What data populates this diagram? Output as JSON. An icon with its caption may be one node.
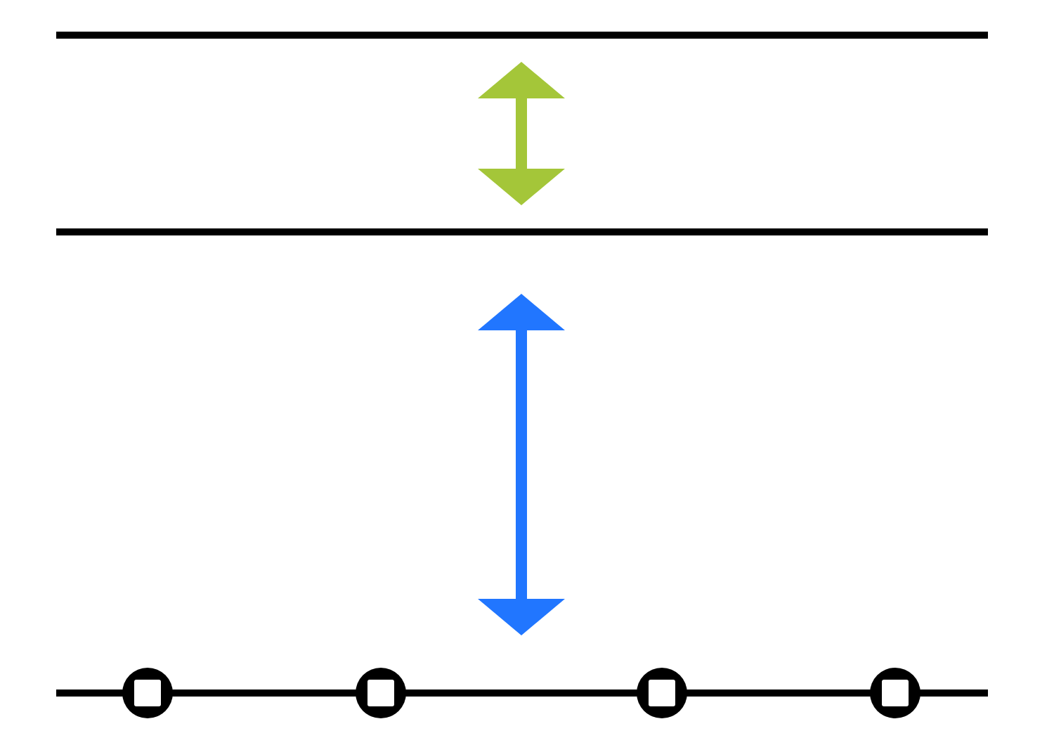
{
  "diagram": {
    "nodes": [
      {
        "text": [],
        "shape": "bar"
      },
      {
        "text": [],
        "shape": "bar"
      },
      {
        "text": [],
        "shape": "bar"
      }
    ],
    "edges": [
      {
        "from": 0,
        "to": 1,
        "arrow": "both",
        "color": "#a4c639"
      },
      {
        "from": 1,
        "to": 2,
        "arrow": "both",
        "color": "#2176ff"
      }
    ]
  }
}
